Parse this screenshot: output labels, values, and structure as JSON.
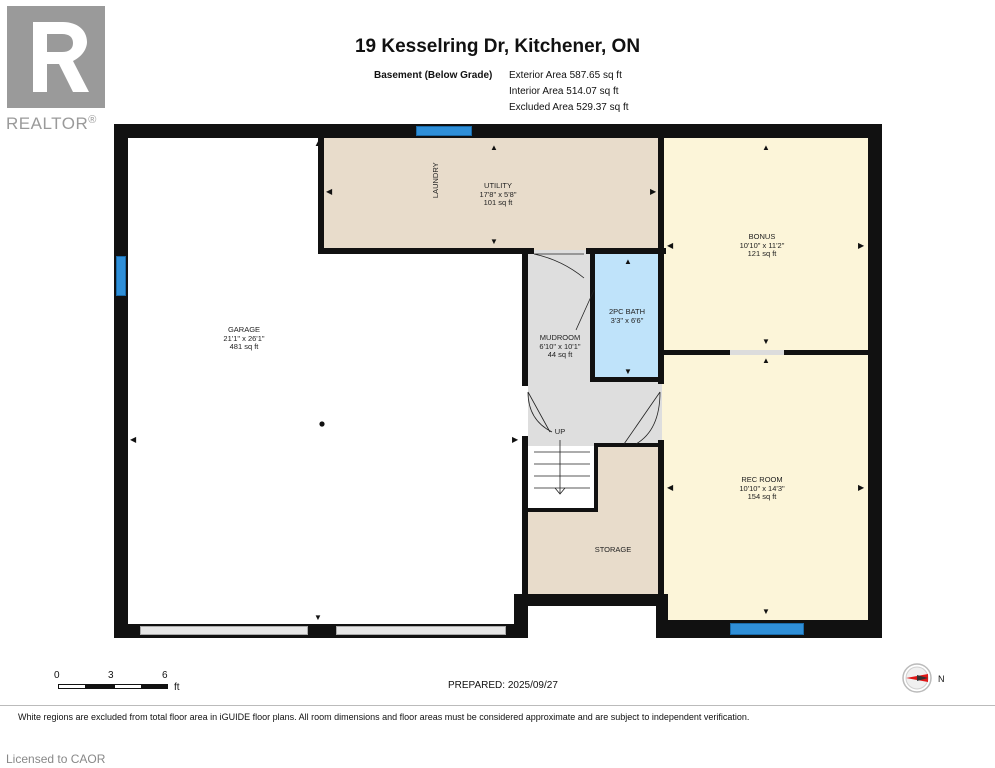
{
  "logo": {
    "text": "REALTOR",
    "mark": "®"
  },
  "header": {
    "title": "19 Kesselring Dr, Kitchener, ON",
    "level": "Basement (Below Grade)",
    "exterior_area": "Exterior Area 587.65 sq ft",
    "interior_area": "Interior Area 514.07 sq ft",
    "excluded_area": "Excluded Area 529.37 sq ft"
  },
  "rooms": {
    "utility": {
      "name": "UTILITY",
      "dims": "17'8\" x 5'8\"",
      "area": "101 sq ft"
    },
    "laundry": {
      "name": "LAUNDRY"
    },
    "bonus": {
      "name": "BONUS",
      "dims": "10'10\" x 11'2\"",
      "area": "121 sq ft"
    },
    "garage": {
      "name": "GARAGE",
      "dims": "21'1\" x 26'1\"",
      "area": "481 sq ft"
    },
    "mudroom": {
      "name": "MUDROOM",
      "dims": "6'10\" x 10'1\"",
      "area": "44 sq ft"
    },
    "bath": {
      "name": "2PC BATH",
      "dims": "3'3\" x 6'6\""
    },
    "rec": {
      "name": "REC ROOM",
      "dims": "10'10\" x 14'3\"",
      "area": "154 sq ft"
    },
    "storage": {
      "name": "STORAGE"
    },
    "stairs": {
      "label": "UP"
    }
  },
  "scale": {
    "ticks": [
      "0",
      "3",
      "6"
    ],
    "unit": "ft"
  },
  "prepared": "PREPARED: 2025/09/27",
  "compass": {
    "label": "N",
    "icon": "compass-icon"
  },
  "disclaimer": "White regions are excluded from total floor area in iGUIDE floor plans. All room dimensions and floor areas must be considered approximate and are subject to independent verification.",
  "license": "Licensed to CAOR",
  "colors": {
    "beige": "#e8dccb",
    "cream": "#fcf5d9",
    "bath": "#bfe3fa",
    "grey": "#dedede",
    "wall": "#111111",
    "window": "#2f8fd8"
  }
}
